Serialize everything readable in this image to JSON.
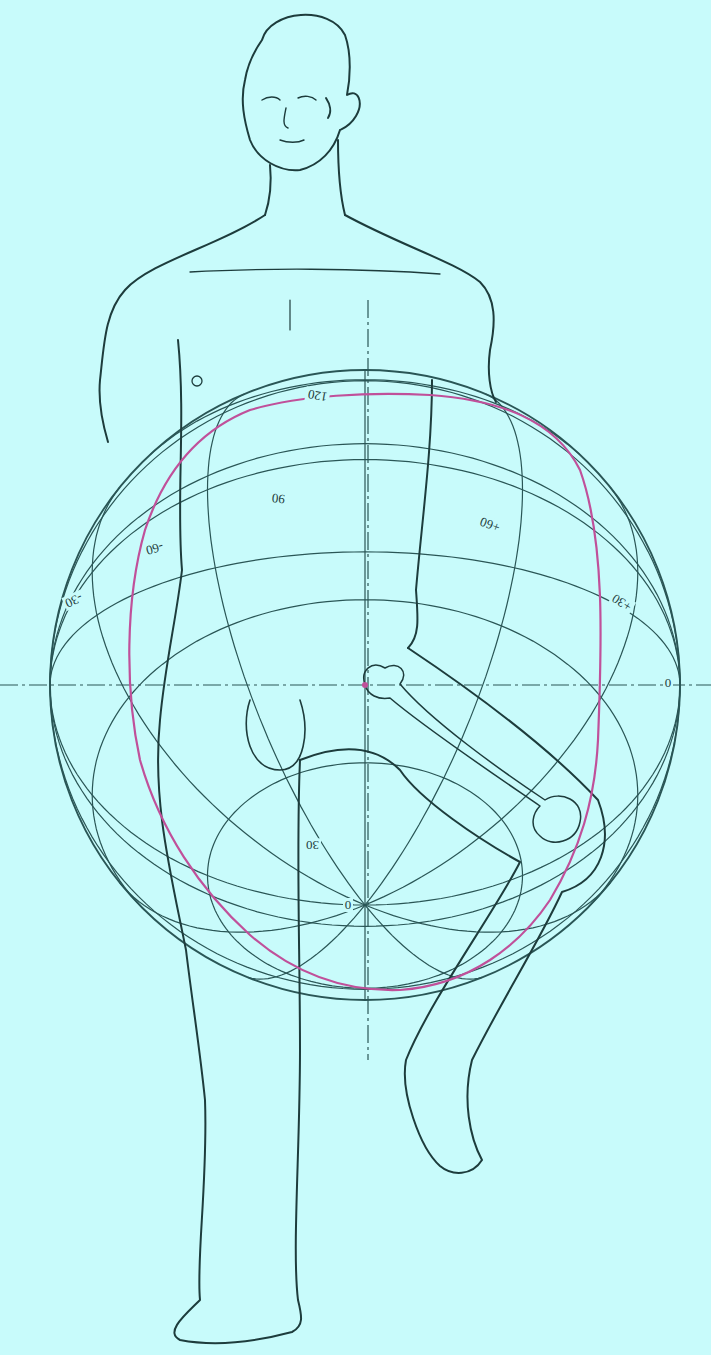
{
  "diagram": {
    "labels": [
      "120",
      "90",
      "+60",
      "+30",
      "0",
      "-60",
      "-30",
      "30",
      "0"
    ]
  }
}
